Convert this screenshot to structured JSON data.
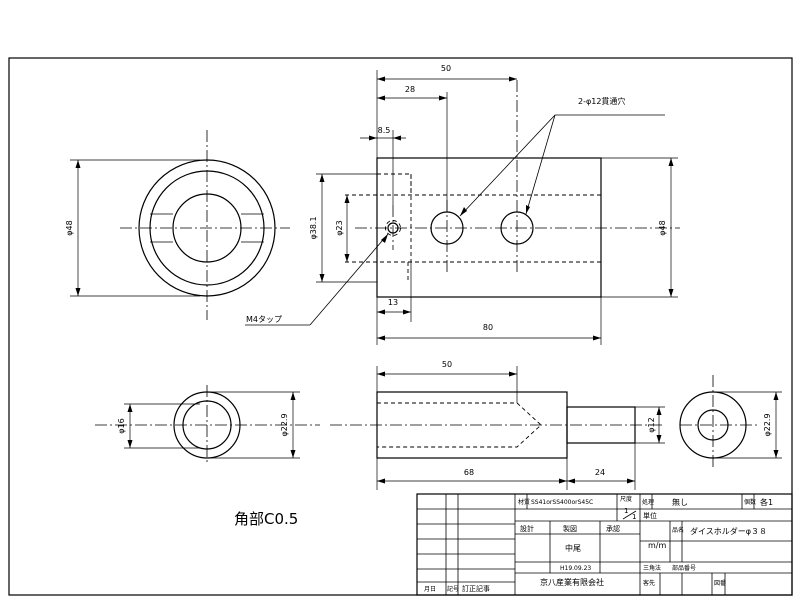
{
  "dimensions": {
    "top_overall_width": "50",
    "top_28": "28",
    "top_8_5": "8.5",
    "holes_note": "2-φ12貫通穴",
    "front_left_dia": "φ48",
    "front_dia_38": "φ38.1",
    "front_dia_23": "φ23",
    "right_dia_48": "φ48",
    "dim_13": "13",
    "dim_80": "80",
    "tap_note": "M4タップ",
    "lower_50": "50",
    "lower_dia_16": "φ16",
    "lower_dia_22_9": "φ22.9",
    "lower_dia_12": "φ12",
    "lower_right_22_9": "φ22.9",
    "dim_68": "68",
    "dim_24": "24"
  },
  "notes": {
    "corner_note": "角部C0.5"
  },
  "title_block": {
    "material_label": "材質",
    "material_value": "SS41orSS400orS45C",
    "scale_label": "尺度",
    "scale_value_num": "1",
    "scale_value_den": "1",
    "treatment_label": "処理",
    "treatment_value": "無し",
    "count_label": "個数",
    "count_value": "各1",
    "design_label": "設計",
    "drawing_label": "製図",
    "approve_label": "承認",
    "unit_label": "単位",
    "unit_value": "m/m",
    "name_label": "品名",
    "name_value": "ダイスホルダーφ３８",
    "method_label": "三角法",
    "part_number_label": "部品番号",
    "drafter_value": "中尾",
    "date_value": "H19.09.23",
    "company_value": "京八産業有限会社",
    "revision_date_label": "月日",
    "revision_mark_label": "記号",
    "revision_content_label": "訂正記事",
    "drawing_no_label": "図番",
    "customer_label": "客先"
  }
}
